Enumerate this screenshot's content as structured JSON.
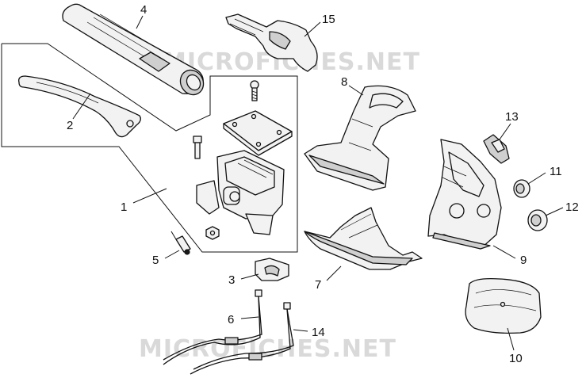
{
  "watermark": "MICROFICHES.NET",
  "callouts": [
    {
      "id": "1",
      "label": "1"
    },
    {
      "id": "2",
      "label": "2"
    },
    {
      "id": "3",
      "label": "3"
    },
    {
      "id": "4",
      "label": "4"
    },
    {
      "id": "5",
      "label": "5"
    },
    {
      "id": "6",
      "label": "6"
    },
    {
      "id": "7",
      "label": "7"
    },
    {
      "id": "8",
      "label": "8"
    },
    {
      "id": "9",
      "label": "9"
    },
    {
      "id": "10",
      "label": "10"
    },
    {
      "id": "11",
      "label": "11"
    },
    {
      "id": "12",
      "label": "12"
    },
    {
      "id": "13",
      "label": "13"
    },
    {
      "id": "14",
      "label": "14"
    },
    {
      "id": "15",
      "label": "15"
    }
  ]
}
